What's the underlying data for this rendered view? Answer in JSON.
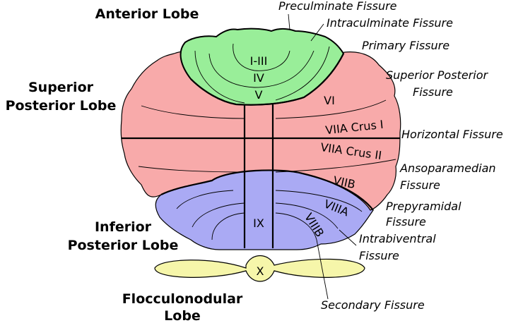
{
  "lobes": {
    "anterior": "Anterior Lobe",
    "superior_posterior": [
      "Superior",
      "Posterior Lobe"
    ],
    "inferior_posterior": [
      "Inferior",
      "Posterior Lobe"
    ],
    "flocculonodular": [
      "Flocculonodular",
      "Lobe"
    ]
  },
  "lobules": {
    "i_iii": "I-III",
    "iv": "IV",
    "v": "V",
    "vi": "VI",
    "viia_crus_i": "VIIA Crus I",
    "viia_crus_ii": "VIIA Crus II",
    "viib": "VIIB",
    "viiia": "VIIIA",
    "viiib": "VIIIB",
    "ix": "IX",
    "x": "X"
  },
  "fissures": {
    "preculminate": "Preculminate Fissure",
    "intraculminate": "Intraculminate Fissure",
    "primary": "Primary Fissure",
    "superior_posterior": [
      "Superior Posterior",
      "Fissure"
    ],
    "horizontal": "Horizontal Fissure",
    "ansoparamedian": [
      "Ansoparamedian",
      "Fissure"
    ],
    "prepyramidal": [
      "Prepyramidal",
      "Fissure"
    ],
    "intrabiventral": [
      "Intrabiventral",
      "Fissure"
    ],
    "secondary": "Secondary Fissure"
  },
  "colors": {
    "anterior_lobe": "#99ee99",
    "posterior_lobe": "#f8aaaa",
    "inferior_lobe": "#aaaaf4",
    "flocculonodular_lobe": "#f6f6aa"
  }
}
